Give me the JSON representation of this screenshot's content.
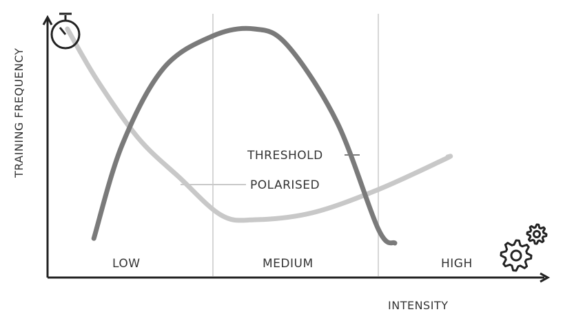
{
  "chart_data": {
    "type": "line",
    "title": "",
    "xlabel": "INTENSITY",
    "ylabel": "TRAINING FREQUENCY",
    "xlim": [
      0,
      3
    ],
    "ylim": [
      0,
      1
    ],
    "zones": [
      "LOW",
      "MEDIUM",
      "HIGH"
    ],
    "zone_boundaries": [
      1,
      2
    ],
    "grid": false,
    "series": [
      {
        "name": "THRESHOLD",
        "color": "#7a7a7a",
        "x": [
          0.28,
          0.45,
          0.7,
          1.0,
          1.25,
          1.45,
          1.75,
          2.0,
          2.1
        ],
        "y": [
          0.1,
          0.5,
          0.83,
          0.97,
          1.0,
          0.93,
          0.6,
          0.14,
          0.08
        ]
      },
      {
        "name": "POLARISED",
        "color": "#c8c8c8",
        "x": [
          0.12,
          0.3,
          0.55,
          0.8,
          1.05,
          1.25,
          1.6,
          2.0,
          2.4,
          2.42
        ],
        "y": [
          1.0,
          0.78,
          0.53,
          0.36,
          0.2,
          0.18,
          0.21,
          0.31,
          0.44,
          0.45
        ]
      }
    ],
    "icons": {
      "y_axis": "stopwatch-icon",
      "x_axis": "gears-icon"
    }
  }
}
